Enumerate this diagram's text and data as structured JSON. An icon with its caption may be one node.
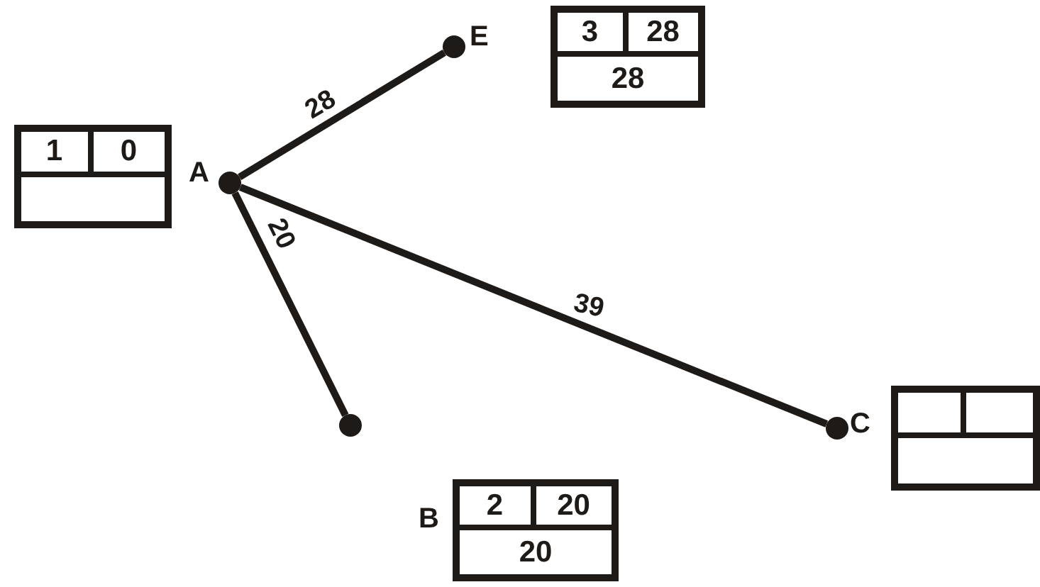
{
  "diagram": {
    "nodes": [
      {
        "text": [],
        "shape": "circle",
        "beside": [
          "E"
        ]
      },
      {
        "text": [
          "3",
          "28",
          "28"
        ]
      },
      {
        "text": [
          "1",
          "0"
        ]
      },
      {
        "text": [],
        "shape": "circle",
        "beside": [
          "A"
        ]
      },
      {
        "text": [],
        "shape": "circle"
      },
      {
        "text": [],
        "shape": "circle",
        "beside": [
          "C"
        ]
      },
      {
        "text": [],
        "shape": "box"
      },
      {
        "text": [
          "2",
          "20",
          "20"
        ],
        "beside": [
          "B"
        ]
      }
    ],
    "edges": [
      {
        "from": 3,
        "to": 0,
        "arrow": "none",
        "label": "28"
      },
      {
        "from": 3,
        "to": 5,
        "arrow": "none",
        "label": "39"
      },
      {
        "from": 3,
        "to": 4,
        "arrow": "none",
        "label": "20"
      }
    ]
  }
}
